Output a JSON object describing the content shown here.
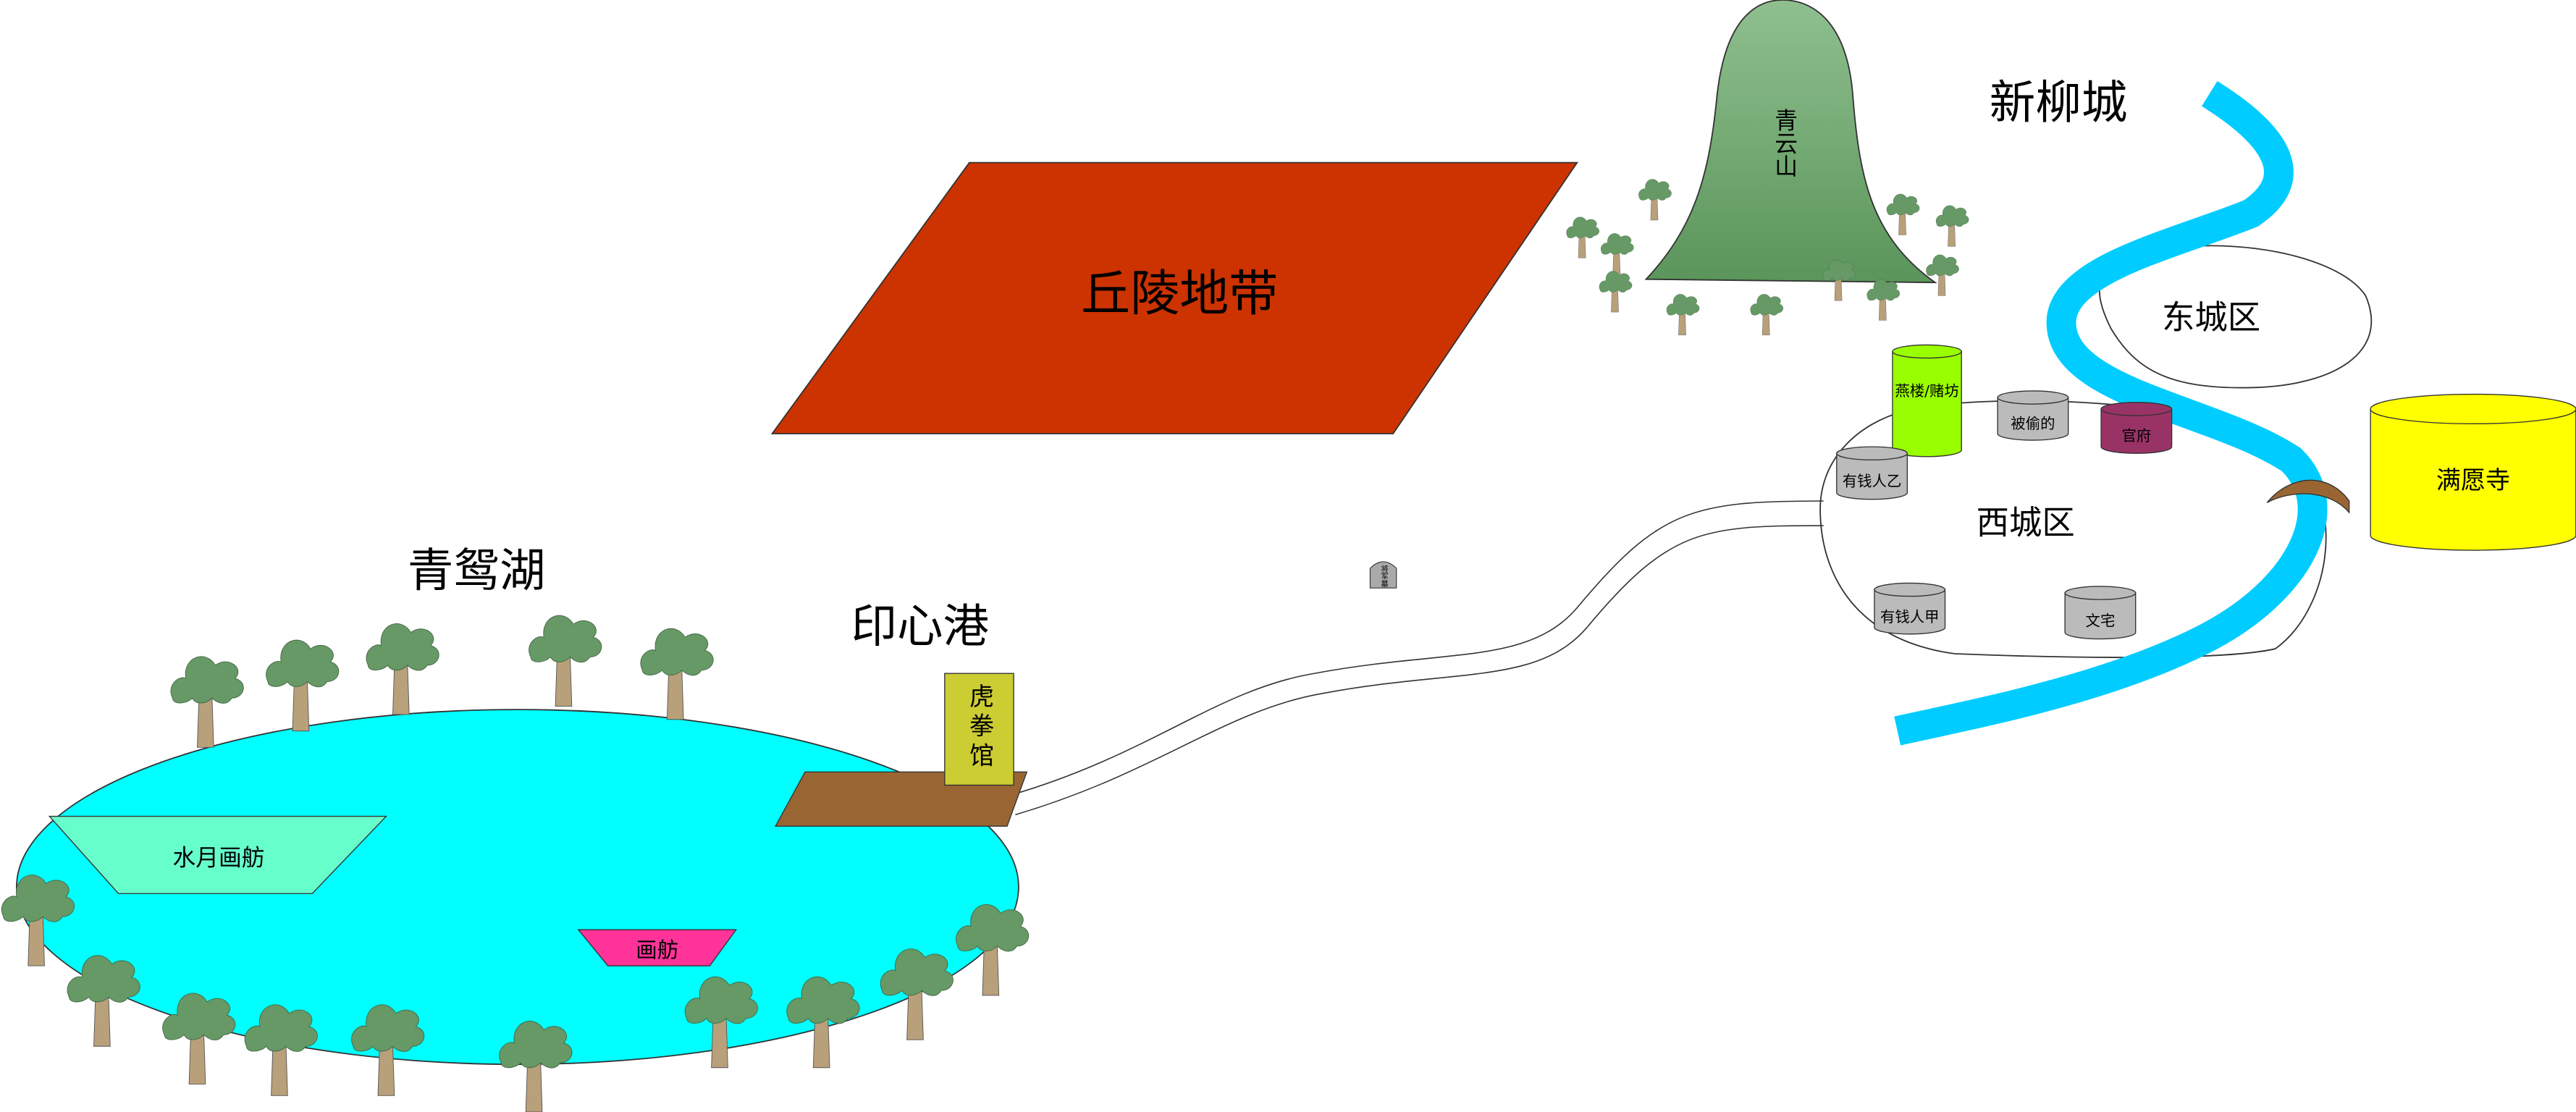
{
  "regions": {
    "hills": "丘陵地带",
    "mountain": "青云山",
    "city": "新柳城",
    "east_district": "东城区",
    "west_district": "西城区",
    "lake": "青鸳湖",
    "harbor": "印心港"
  },
  "buildings": {
    "brothel_casino": "燕楼/赌坊",
    "stolen": "被偷的",
    "government": "官府",
    "rich_b": "有钱人乙",
    "rich_a": "有钱人甲",
    "wen_house": "文宅",
    "temple": "满愿寺",
    "tiger_fist": "虎拳馆",
    "general_tomb": "将军墓",
    "moon_boat": "水月画舫",
    "boat": "画舫"
  },
  "colors": {
    "hills": "#cc3300",
    "river": "#00ccff",
    "lake": "#00ffff",
    "temple": "#ffff00",
    "brothel": "#99ff00",
    "government": "#993366",
    "dock": "#996633",
    "tiger_fist": "#cccc33",
    "moon_boat": "#66ffcc",
    "boat": "#ff3399"
  }
}
